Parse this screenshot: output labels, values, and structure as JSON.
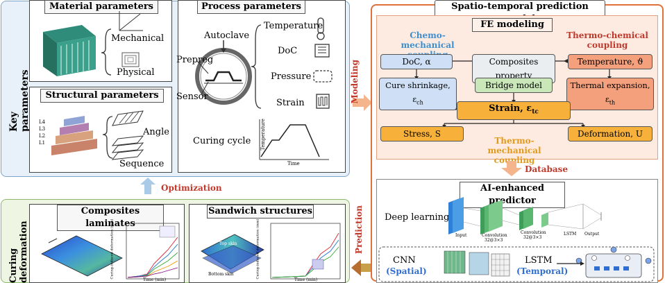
{
  "key_parameters": {
    "label": "Key parameters",
    "material": {
      "title": "Material parameters",
      "mechanical": "Mechanical",
      "physical": "Physical"
    },
    "process": {
      "title": "Process parameters",
      "autoclave": "Autoclave",
      "prepreg": "Prepreg",
      "sensor": "Sensor",
      "items": [
        "Temperature",
        "DoC",
        "Pressure",
        "Strain"
      ],
      "curing_cycle": "Curing cycle",
      "graph_ylabel": "Temperature",
      "graph_xlabel": "Time"
    },
    "structural": {
      "title": "Structural parameters",
      "angle": "Angle",
      "sequence": "Sequence",
      "layers": [
        "L4",
        "L3",
        "L2",
        "L1"
      ]
    }
  },
  "optimization_label": "Optimization",
  "modeling_label": "Modeling",
  "prediction_label": "Prediction",
  "database_label": "Database",
  "curing": {
    "label": "Curing deformation",
    "laminates_title": "Composites laminates",
    "sandwich_title": "Sandwich structures",
    "top_skin": "Top skin",
    "bottom_skin": "Bottom skin",
    "plot_xlabel": "Time (min)",
    "plot_ylabel": "Curing-induced deformation (mm)"
  },
  "model": {
    "title": "Spatio-temporal prediction model",
    "fe_title": "FE modeling",
    "chemo": "Chemo-mechanical coupling",
    "thermo_chem": "Thermo-chemical coupling",
    "thermo_mech": "Thermo-mechanical coupling",
    "doc": "DoC, α",
    "comp_prop": "Composites property",
    "temperature": "Temperature, ϑ",
    "cure_shrink": "Cure shrinkage, ε",
    "cure_shrink_sub": "ch",
    "bridge": "Bridge model",
    "thermal_exp": "Thermal expansion, ε",
    "thermal_exp_sub": "th",
    "strain": "Strain, ε",
    "strain_sub": "tc",
    "stress": "Stress, S",
    "deformation": "Deformation, U"
  },
  "ai": {
    "title": "AI-enhanced predictor",
    "deep_learning": "Deep learning",
    "input": "Input",
    "conv1": "Convolution",
    "conv1_size": "32@3×3",
    "conv2": "Convolution",
    "conv2_size": "32@3×3",
    "lstm_label": "LSTM",
    "output": "Output",
    "cnn": "CNN",
    "spatial": "(Spatial)",
    "lstm": "LSTM",
    "temporal": "(Temporal)"
  },
  "colors": {
    "blue_panel": "#e8f1f9",
    "green_panel": "#eef5e3",
    "orange_border": "#e0703a",
    "red_text": "#c0392b"
  }
}
